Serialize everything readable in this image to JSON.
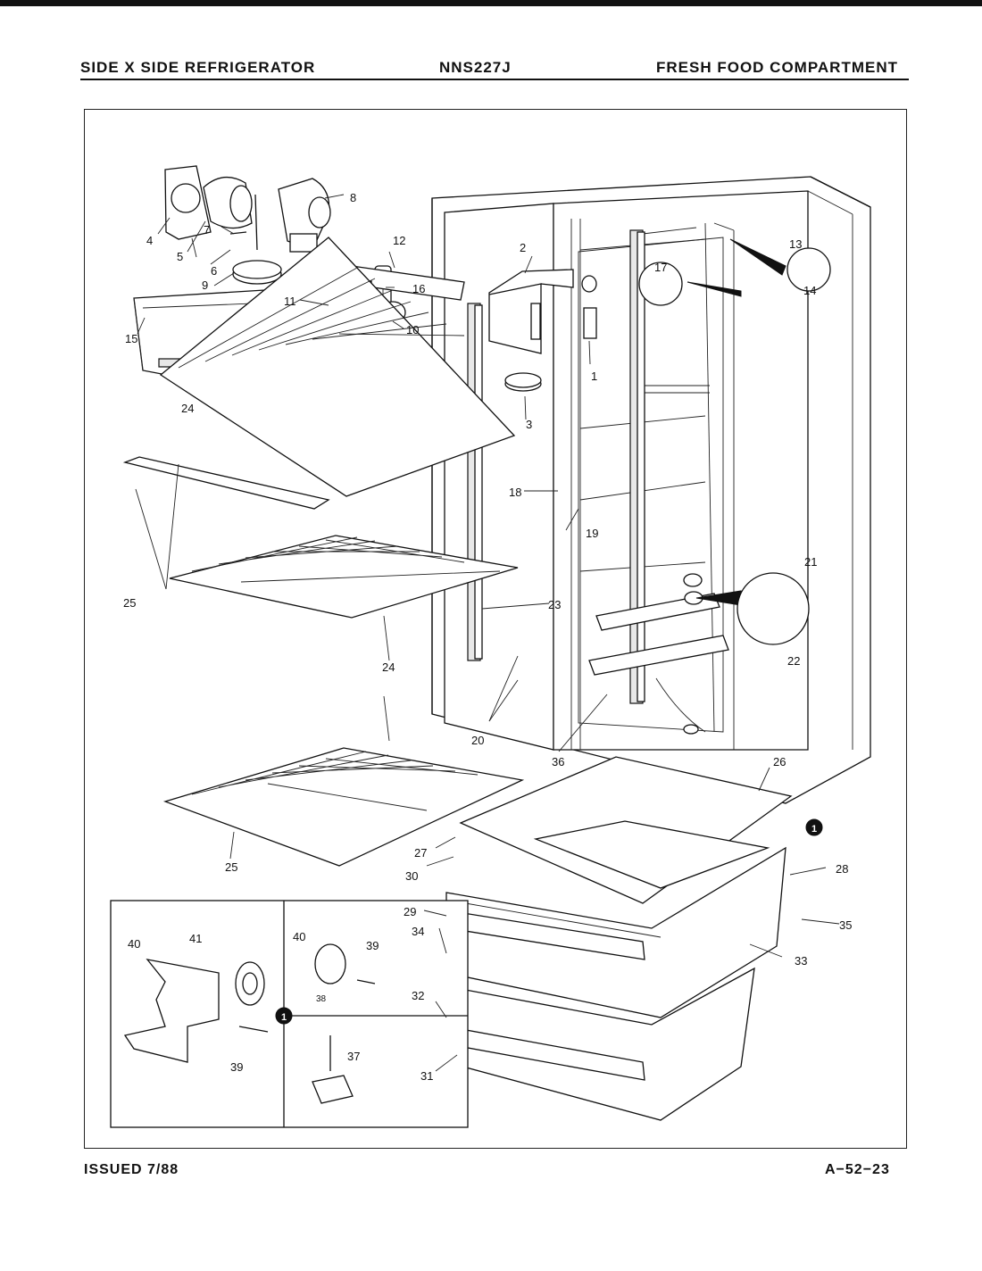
{
  "header": {
    "left": "SIDE X SIDE REFRIGERATOR",
    "center": "NNS227J",
    "right": "FRESH FOOD COMPARTMENT"
  },
  "footer": {
    "issued": "ISSUED 7/88",
    "page_code": "A−52−23"
  },
  "callouts": [
    "1",
    "2",
    "3",
    "4",
    "5",
    "6",
    "7",
    "8",
    "9",
    "10",
    "11",
    "12",
    "13",
    "14",
    "15",
    "16",
    "17",
    "18",
    "19",
    "20",
    "21",
    "22",
    "23",
    "24",
    "24",
    "24",
    "25",
    "25",
    "25",
    "26",
    "27",
    "28",
    "29",
    "30",
    "31",
    "32",
    "33",
    "34",
    "35",
    "36",
    "37",
    "38",
    "39",
    "39",
    "40",
    "40",
    "41"
  ],
  "detail_marker": "1"
}
